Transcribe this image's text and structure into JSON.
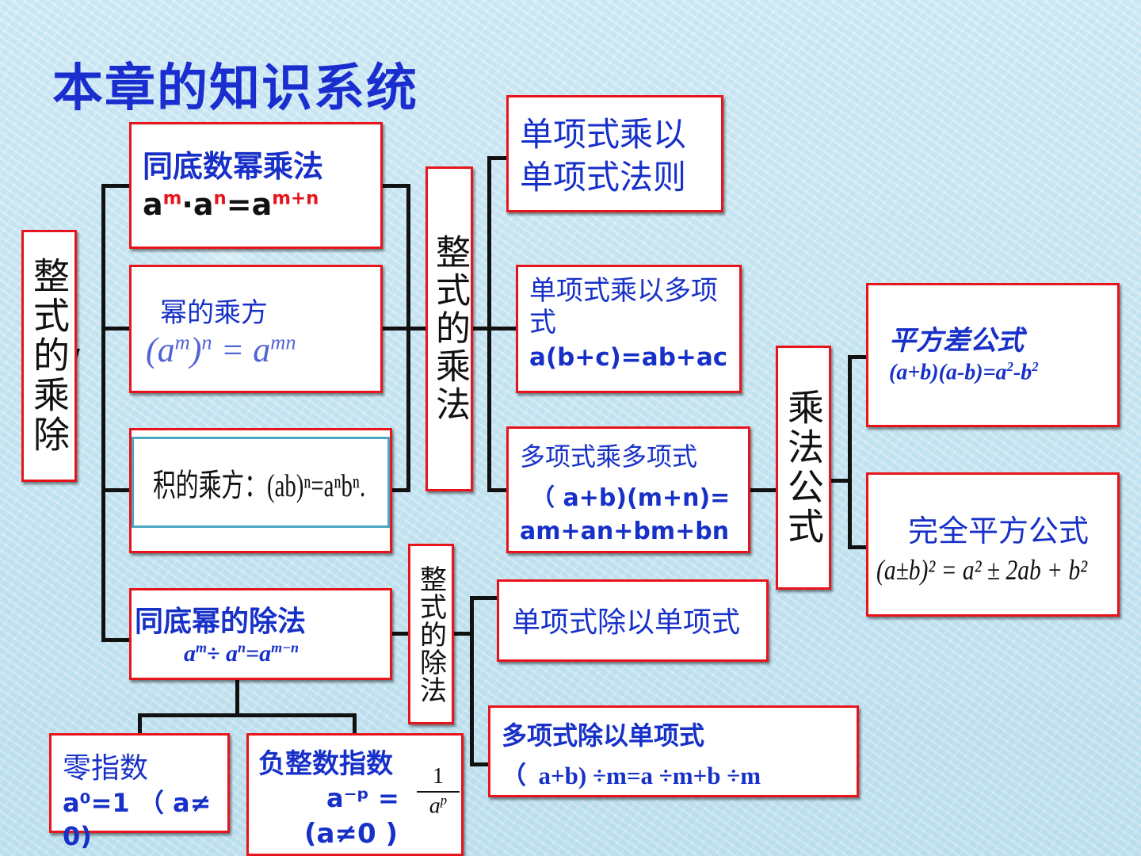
{
  "title": "本章的知识系统",
  "nodes": {
    "root": "整式的乘除",
    "mult_same_base": {
      "heading": "同底数幂乘法",
      "formula_base": "a",
      "exp1": "m",
      "dot": "·",
      "exp2": "n",
      "eq": "=",
      "exp3": "m+n"
    },
    "power_of_power": {
      "heading": "幂的乘方",
      "formula": "(a",
      "m": "m",
      "paren": ")",
      "n": "n",
      "eq": " = a",
      "mn": "mn"
    },
    "power_of_product": {
      "text": "积的乘方：(ab)ⁿ=aⁿbⁿ."
    },
    "div_same_base": {
      "heading": "同底幂的除法",
      "base": "a",
      "m": "m",
      "op": "÷ a",
      "n": "n",
      "eq": "=a",
      "mn": "m−n"
    },
    "zero_exp": {
      "heading": "零指数",
      "formula": "a⁰=1 （ a≠ 0)"
    },
    "neg_exp": {
      "heading": "负整数指数",
      "formula": "a⁻ᵖ =",
      "num": "1",
      "den": "a",
      "den_exp": "p",
      "cond": "(a≠0 )"
    },
    "poly_mult": "整式的乘法",
    "mono_mono": "单项式乘以单项式法则",
    "mono_poly": {
      "heading": "单项式乘以多项式",
      "formula": "a(b+c)=ab+ac"
    },
    "poly_poly": {
      "heading": "多项式乘多项式",
      "line1": "（ a+b)(m+n)=",
      "line2": "am+an+bm+bn"
    },
    "mult_formula": "乘法公式",
    "diff_squares": {
      "heading": "平方差公式",
      "formula": "(a+b)(a-b)=a",
      "sq1": "2",
      "minus": "-b",
      "sq2": "2"
    },
    "perfect_square": {
      "heading": "完全平方公式",
      "formula": "(a±b)² = a² ± 2ab + b²"
    },
    "poly_div": "整式的除法",
    "mono_div_mono": "单项式除以单项式",
    "poly_div_mono": {
      "heading": "多项式除以单项式",
      "formula": "（  a+b) ÷m=a ÷m+b ÷m"
    }
  }
}
